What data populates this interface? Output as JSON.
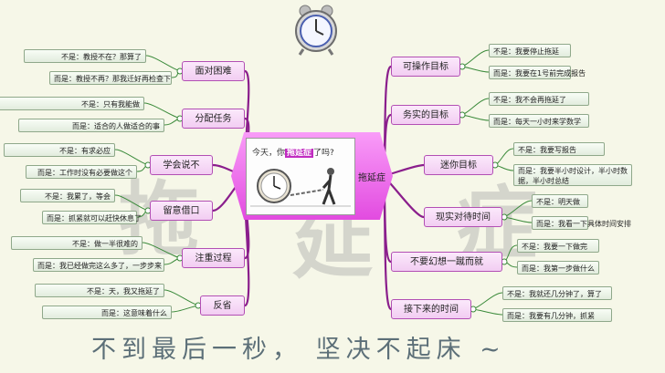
{
  "center": {
    "label": "拖延症",
    "caption_prefix": "今天，你",
    "caption_highlight": "拖延症",
    "caption_suffix": "了吗?"
  },
  "tagline": "不到最后一秒，  坚决不起床 ~",
  "watermark": [
    "拖",
    "延",
    "症"
  ],
  "colors": {
    "branch": "#8a1e8c",
    "leaf_line": "#3a8a3a",
    "node_border": "#b24fb4"
  },
  "left_branches": [
    {
      "label": "面对困难",
      "items": [
        "不是：教授不在？那算了",
        "而是：教授不再？那我迁好再检查下"
      ]
    },
    {
      "label": "分配任务",
      "items": [
        "不是：只有我能做",
        "而是：适合的人做适合的事"
      ]
    },
    {
      "label": "学会说不",
      "items": [
        "不是：有求必应",
        "而是：工作时没有必要做这个"
      ]
    },
    {
      "label": "留意借口",
      "items": [
        "不是：我累了，等会",
        "而是：抓紧就可以赶快休息了"
      ]
    },
    {
      "label": "注重过程",
      "items": [
        "不是：做一半很难的",
        "而是：我已经做完这么多了，一步步来"
      ]
    },
    {
      "label": "反省",
      "items": [
        "不是：天，我又拖延了",
        "而是：这意味着什么"
      ]
    }
  ],
  "right_branches": [
    {
      "label": "可操作目标",
      "items": [
        "不是：我要停止拖延",
        "而是：我要在1号前完成报告"
      ]
    },
    {
      "label": "务实的目标",
      "items": [
        "不是：我不会再拖延了",
        "而是：每天一小时来学数学"
      ]
    },
    {
      "label": "迷你目标",
      "items": [
        "不是：我要写报告",
        "而是：我要半小时设计，半小时数据，半小时总结"
      ]
    },
    {
      "label": "现实对待时间",
      "items": [
        "不是：明天做",
        "而是：我看一下具体时间安排"
      ]
    },
    {
      "label": "不要幻想一蹴而就",
      "items": [
        "不是：我要一下做完",
        "而是：我第一步做什么"
      ]
    },
    {
      "label": "接下来的时间",
      "items": [
        "不是：我就还几分钟了，算了",
        "而是：我要有几分钟，抓紧"
      ]
    }
  ]
}
